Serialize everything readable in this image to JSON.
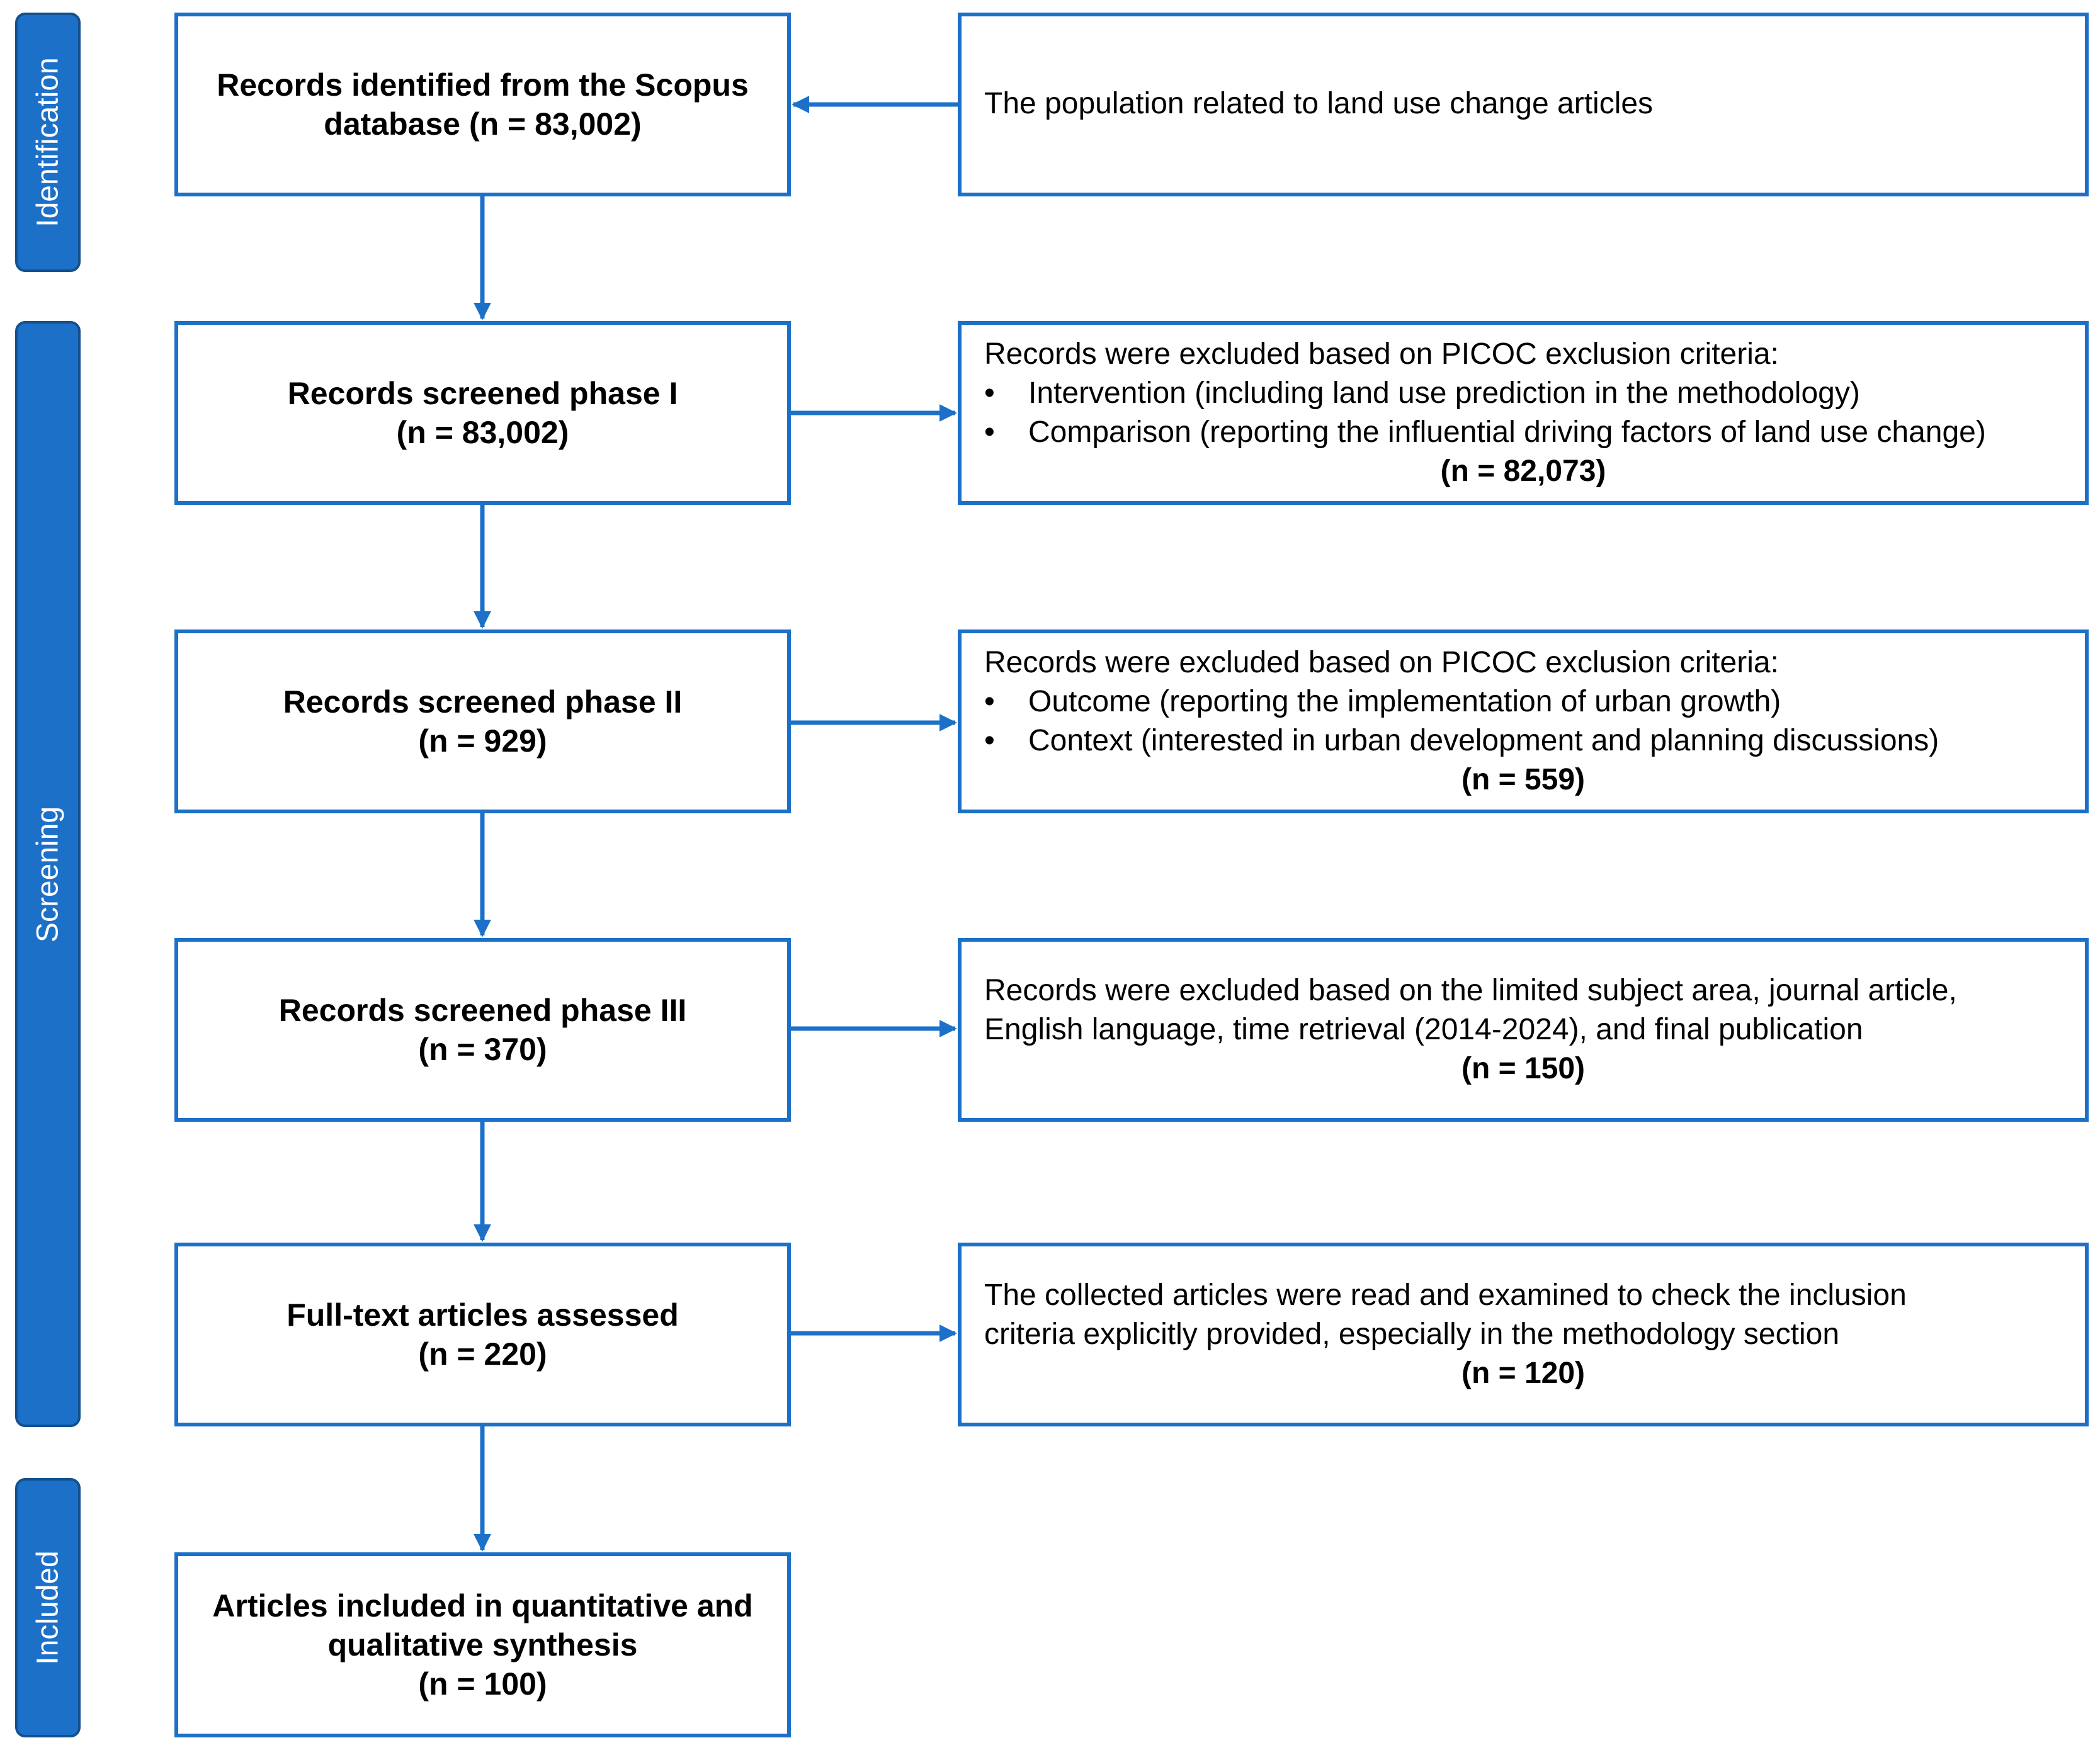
{
  "phases": {
    "identification": "Identification",
    "screening": "Screening",
    "included": "Included"
  },
  "steps": {
    "identified": {
      "line1": "Records identified from the Scopus",
      "line2": "database (n = 83,002)"
    },
    "phase1": {
      "line1": "Records screened phase I",
      "line2": "(n = 83,002)"
    },
    "phase2": {
      "line1": "Records screened phase II",
      "line2": "(n = 929)"
    },
    "phase3": {
      "line1": "Records screened phase III",
      "line2": "(n = 370)"
    },
    "fulltext": {
      "line1": "Full-text articles assessed",
      "line2": "(n = 220)"
    },
    "included": {
      "line1": "Articles included in quantitative and",
      "line2": "qualitative synthesis",
      "line3": "(n = 100)"
    }
  },
  "notes": {
    "population": "The population related to land use change articles",
    "phase1": {
      "heading": "Records were excluded based on PICOC exclusion criteria:",
      "bullets": [
        "Intervention (including land use prediction in the methodology)",
        "Comparison (reporting the influential driving factors of land use change)"
      ],
      "count": "(n = 82,073)"
    },
    "phase2": {
      "heading": "Records were excluded based on PICOC exclusion criteria:",
      "bullets": [
        "Outcome (reporting the implementation of urban growth)",
        "Context (interested in urban development and planning discussions)"
      ],
      "count": "(n = 559)"
    },
    "phase3": {
      "line1": "Records were excluded based on the limited subject area, journal article,",
      "line2": "English language, time retrieval (2014-2024), and final publication",
      "count": "(n = 150)"
    },
    "fulltext": {
      "line1": "The collected articles were read and examined to check the inclusion",
      "line2": "criteria explicitly provided, especially in the methodology section",
      "count": "(n = 120)"
    }
  },
  "bullet_char": "•",
  "colors": {
    "accent": "#1c70c8",
    "phase_fill": "#1c70c8",
    "phase_border": "#13508f"
  }
}
